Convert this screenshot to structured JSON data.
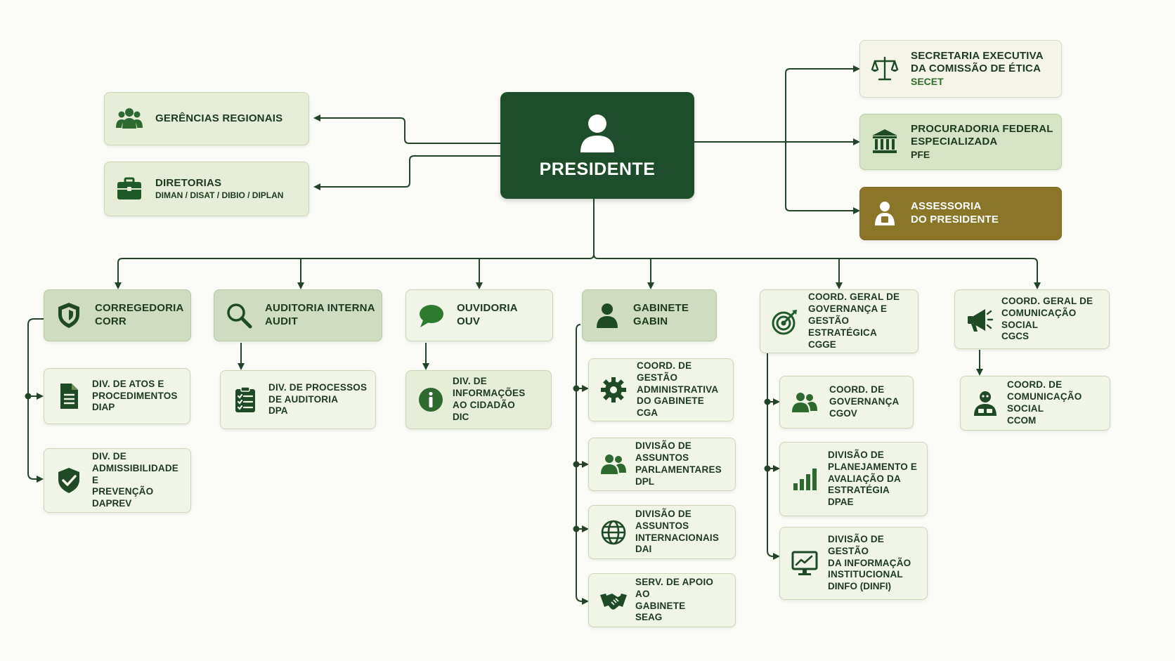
{
  "colors": {
    "primary_dark_green": "#1d4d2a",
    "accent_green": "#2f6f2a",
    "gold": "#8a7528",
    "connector": "#24442a",
    "box_light": "#f1f5e8"
  },
  "president": {
    "title": "PRESIDENTE",
    "icon": "person-icon"
  },
  "left": {
    "gerencias": {
      "title": "GERÊNCIAS REGIONAIS",
      "icon": "people-group-icon"
    },
    "diretorias": {
      "title": "DIRETORIAS",
      "subtitle": "DIMAN / DISAT / DIBIO / DIPLAN",
      "icon": "briefcase-icon"
    }
  },
  "right": {
    "secet": {
      "line1": "SECRETARIA EXECUTIVA",
      "line2": "DA COMISSÃO DE ÉTICA",
      "abbr": "SECET",
      "icon": "scales-icon"
    },
    "pfe": {
      "line1": "PROCURADORIA FEDERAL",
      "line2": "ESPECIALIZADA",
      "abbr": "PFE",
      "icon": "institution-icon"
    },
    "assessoria": {
      "line1": "ASSESSORIA",
      "line2": "DO PRESIDENTE",
      "icon": "advisor-icon"
    }
  },
  "units": {
    "corr": {
      "line1": "CORREGEDORIA",
      "line2": "CORR",
      "icon": "shield-icon"
    },
    "audit": {
      "line1": "AUDITORIA INTERNA",
      "line2": "AUDIT",
      "icon": "magnifier-icon"
    },
    "ouv": {
      "line1": "OUVIDORIA",
      "line2": "OUV",
      "icon": "speech-bubble-icon"
    },
    "gabin": {
      "line1": "GABINETE",
      "line2": "GABIN",
      "icon": "person-icon"
    },
    "cgge": {
      "line1": "COORD. GERAL DE",
      "line2": "GOVERNANÇA E GESTÃO",
      "line3": "ESTRATÉGICA",
      "abbr": "CGGE",
      "icon": "target-icon"
    },
    "cgcs": {
      "line1": "COORD. GERAL DE",
      "line2": "COMUNICAÇÃO SOCIAL",
      "abbr": "CGCS",
      "icon": "megaphone-icon"
    }
  },
  "subunits": {
    "diap": {
      "line1": "DIV. DE ATOS E",
      "line2": "PROCEDIMENTOS",
      "abbr": "DIAP",
      "icon": "document-icon"
    },
    "daprev": {
      "line1": "DIV. DE",
      "line2": "ADMISSIBILIDADE E",
      "line3": "PREVENÇÃO",
      "abbr": "DAPREV",
      "icon": "shield-check-icon"
    },
    "dpa": {
      "line1": "DIV. DE PROCESSOS",
      "line2": "DE AUDITORIA",
      "abbr": "DPA",
      "icon": "checklist-icon"
    },
    "dic": {
      "line1": "DIV. DE INFORMAÇÕES",
      "line2": "AO CIDADÃO",
      "abbr": "DIC",
      "icon": "info-icon"
    },
    "cga": {
      "line1": "COORD. DE GESTÃO",
      "line2": "ADMINISTRATIVA",
      "line3": "DO GABINETE",
      "abbr": "CGA",
      "icon": "gear-icon"
    },
    "dpl": {
      "line1": "DIVISÃO DE ASSUNTOS",
      "line2": "PARLAMENTARES",
      "abbr": "DPL",
      "icon": "people-icon"
    },
    "dai": {
      "line1": "DIVISÃO DE ASSUNTOS",
      "line2": "INTERNACIONAIS",
      "abbr": "DAI",
      "icon": "globe-icon"
    },
    "seag": {
      "line1": "SERV. DE APOIO AO",
      "line2": "GABINETE",
      "abbr": "SEAG",
      "icon": "handshake-icon"
    },
    "cgov": {
      "line1": "COORD. DE",
      "line2": "GOVERNANÇA",
      "abbr": "CGOV",
      "icon": "people-icon"
    },
    "dpae": {
      "line1": "DIVISÃO DE",
      "line2": "PLANEJAMENTO E",
      "line3": "AVALIAÇÃO DA",
      "line4": "ESTRATÉGIA",
      "abbr": "DPAE",
      "icon": "bar-chart-icon"
    },
    "dinfo": {
      "line1": "DIVISÃO DE GESTÃO",
      "line2": "DA INFORMAÇÃO",
      "line3": "INSTITUCIONAL",
      "abbr": "DINFO (DINFI)",
      "icon": "monitor-chart-icon"
    },
    "ccom": {
      "line1": "COORD. DE",
      "line2": "COMUNICAÇÃO SOCIAL",
      "abbr": "CCOM",
      "icon": "presenter-icon"
    }
  }
}
